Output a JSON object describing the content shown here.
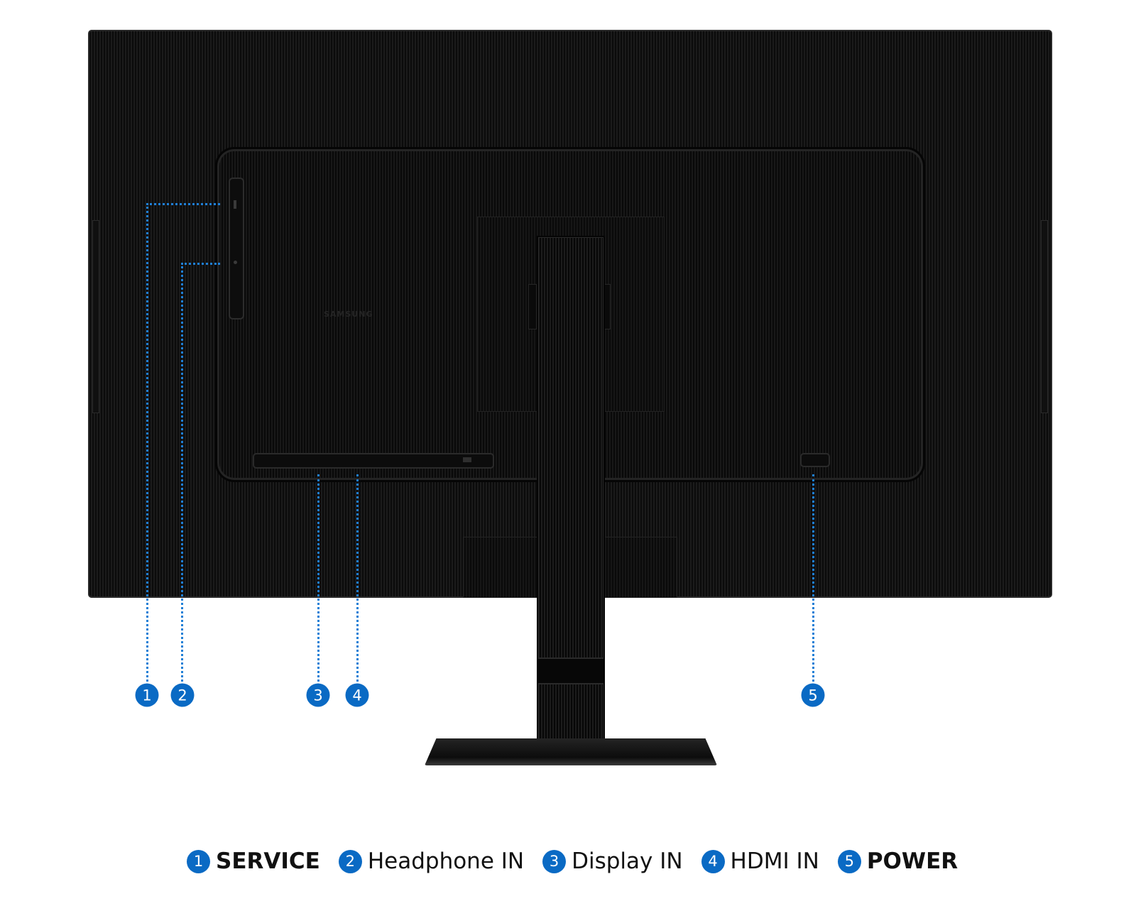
{
  "brand_logo": "SAMSUNG",
  "accent_color": "#0a6ac4",
  "callouts": [
    {
      "number": "1",
      "label": "SERVICE",
      "bold": true
    },
    {
      "number": "2",
      "label": "Headphone IN",
      "bold": false
    },
    {
      "number": "3",
      "label": "Display IN",
      "bold": false
    },
    {
      "number": "4",
      "label": "HDMI IN",
      "bold": false
    },
    {
      "number": "5",
      "label": "POWER",
      "bold": true
    }
  ]
}
